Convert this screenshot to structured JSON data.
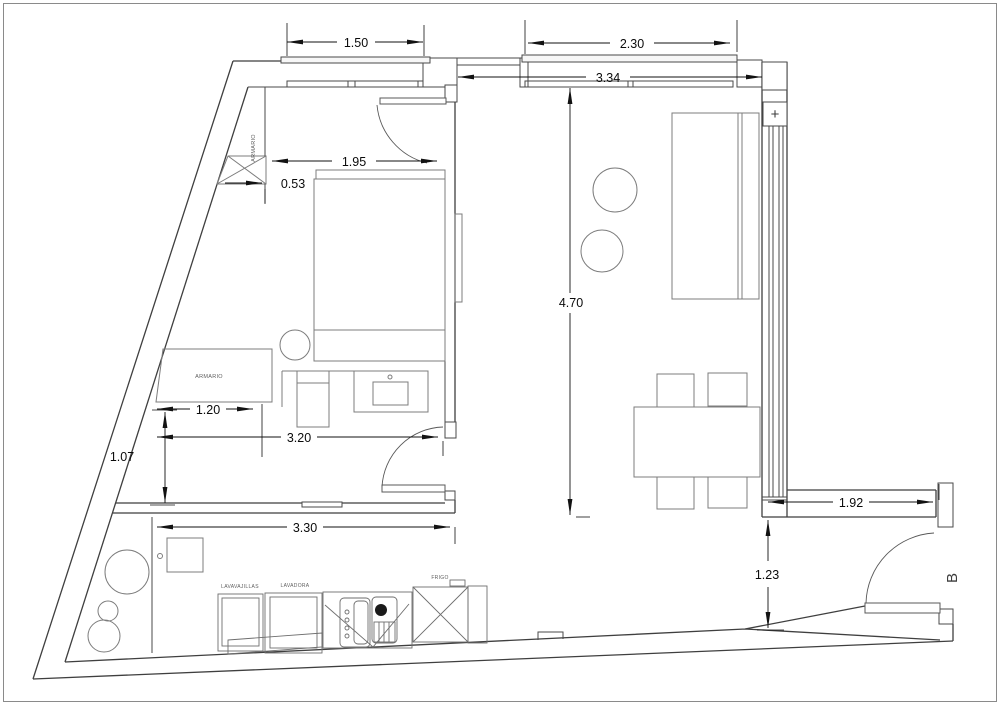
{
  "title": "apartment-floor-plan",
  "dimensions": {
    "bedroom_window": "1.50",
    "living_window": "2.30",
    "living_width": "3.34",
    "bedroom_width": "1.95",
    "closet_depth": "0.53",
    "living_length": "4.70",
    "nook_width": "1.20",
    "bedroom_length": "3.20",
    "nook_height": "1.07",
    "kitchen_width": "3.30",
    "entry_width": "1.92",
    "entry_depth": "1.23"
  },
  "labels": {
    "closet_upper": "ARMARIO",
    "closet_lower": "ARMARIO",
    "dishwasher": "LAVAVAJILLAS",
    "washer": "LAVADORA",
    "fridge": "FRIGO",
    "entry_door": "B",
    "column_symbol": "+"
  },
  "colors": {
    "wall": "#3f3f3f",
    "furniture": "#7c7c7c",
    "dimension": "#121212",
    "background": "#ffffff"
  }
}
